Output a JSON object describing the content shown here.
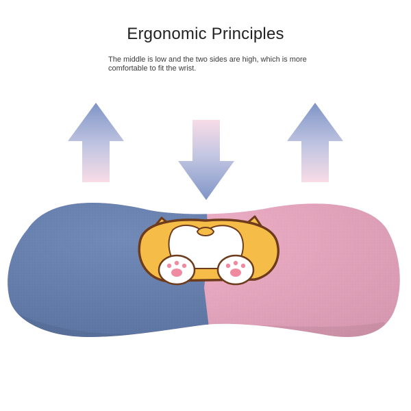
{
  "heading": {
    "title": "Ergonomic Principles",
    "description": "The middle is low and the two sides are high, which is more comfortable to fit the wrist."
  },
  "arrows": [
    {
      "direction": "up",
      "icon": "arrow-up-icon"
    },
    {
      "direction": "down",
      "icon": "arrow-down-icon"
    },
    {
      "direction": "up",
      "icon": "arrow-up-icon"
    }
  ],
  "product": {
    "colors": {
      "left_half": "#5d79ad",
      "right_half": "#f0a9c4",
      "corgi_fur": "#f5bd47",
      "corgi_outline": "#6e3b1d",
      "paw_pad": "#f08aa0",
      "arrow_blue": "#7f95c6",
      "arrow_pink": "#f7dce6"
    }
  }
}
